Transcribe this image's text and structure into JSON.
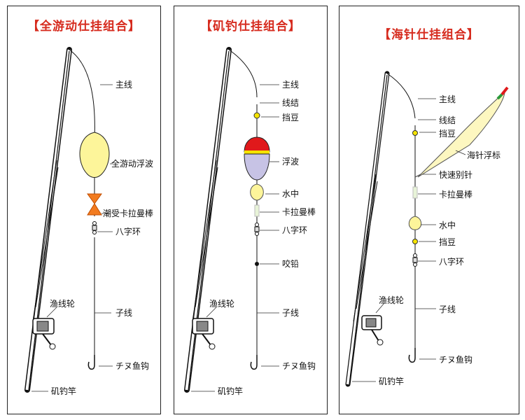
{
  "bracket_left": "【",
  "bracket_right": "】",
  "colors": {
    "title_red": "#d62b1e",
    "float_yellow": "#fdf59a",
    "float_red": "#e0191b",
    "float_lilac": "#c7c3e5",
    "rattle_orange": "#f27b1f",
    "bead_yellow": "#f5e400"
  },
  "panels": [
    {
      "title": "全游动仕挂组合",
      "labels": {
        "main_line": "主线",
        "float": "全游动浮波",
        "rattle": "潮受卡拉曼棒",
        "swivel": "八字环",
        "reel": "渔线轮",
        "leader": "子线",
        "hook": "チヌ鱼钩",
        "rod": "矶钓竿"
      }
    },
    {
      "title": "矶钓仕挂组合",
      "labels": {
        "main_line": "主线",
        "knot": "线结",
        "stopper": "挡豆",
        "float": "浮波",
        "sinker_float": "水中",
        "rattle": "卡拉曼棒",
        "swivel": "八字环",
        "split_shot": "咬铅",
        "reel": "渔线轮",
        "leader": "子线",
        "hook": "チヌ鱼钩",
        "rod": "矶钓竿"
      }
    },
    {
      "title": "海针仕挂组合",
      "labels": {
        "main_line": "主线",
        "knot": "线结",
        "stopper_top": "挡豆",
        "needle_float": "海针浮标",
        "snap": "快速别针",
        "rattle": "卡拉曼棒",
        "sinker_float": "水中",
        "stopper_bottom": "挡豆",
        "swivel": "八字环",
        "reel": "渔线轮",
        "leader": "子线",
        "hook": "チヌ鱼钩",
        "rod": "矶钓竿"
      }
    }
  ]
}
